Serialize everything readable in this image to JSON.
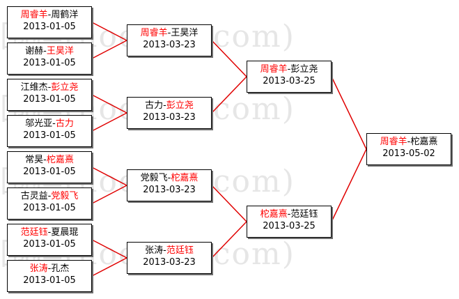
{
  "watermark": "围棋(hoetom.com)",
  "colors": {
    "winner": "#ff0000",
    "line": "#e00000",
    "text": "#000000"
  },
  "rounds": [
    {
      "matches": [
        {
          "p1": "周睿羊",
          "p2": "周鹤洋",
          "winner": 1,
          "date": "2013-01-05"
        },
        {
          "p1": "谢赫",
          "p2": "王昊洋",
          "winner": 2,
          "date": "2013-01-05"
        },
        {
          "p1": "江维杰",
          "p2": "彭立尧",
          "winner": 2,
          "date": "2013-01-05"
        },
        {
          "p1": "邬光亚",
          "p2": "古力",
          "winner": 2,
          "date": "2013-01-05"
        },
        {
          "p1": "常昊",
          "p2": "柁嘉熹",
          "winner": 2,
          "date": "2013-01-05"
        },
        {
          "p1": "古灵益",
          "p2": "党毅飞",
          "winner": 2,
          "date": "2013-01-05"
        },
        {
          "p1": "范廷钰",
          "p2": "夏晨琨",
          "winner": 1,
          "date": "2013-01-05"
        },
        {
          "p1": "张涛",
          "p2": "孔杰",
          "winner": 1,
          "date": "2013-01-05"
        }
      ]
    },
    {
      "matches": [
        {
          "p1": "周睿羊",
          "p2": "王昊洋",
          "winner": 1,
          "date": "2013-03-23"
        },
        {
          "p1": "古力",
          "p2": "彭立尧",
          "winner": 2,
          "date": "2013-03-23"
        },
        {
          "p1": "党毅飞",
          "p2": "柁嘉熹",
          "winner": 2,
          "date": "2013-03-23"
        },
        {
          "p1": "张涛",
          "p2": "范廷钰",
          "winner": 2,
          "date": "2013-03-23"
        }
      ]
    },
    {
      "matches": [
        {
          "p1": "周睿羊",
          "p2": "彭立尧",
          "winner": 1,
          "date": "2013-03-25"
        },
        {
          "p1": "柁嘉熹",
          "p2": "范廷钰",
          "winner": 1,
          "date": "2013-03-25"
        }
      ]
    },
    {
      "matches": [
        {
          "p1": "周睿羊",
          "p2": "柁嘉熹",
          "winner": 1,
          "date": "2013-05-02"
        }
      ]
    }
  ]
}
